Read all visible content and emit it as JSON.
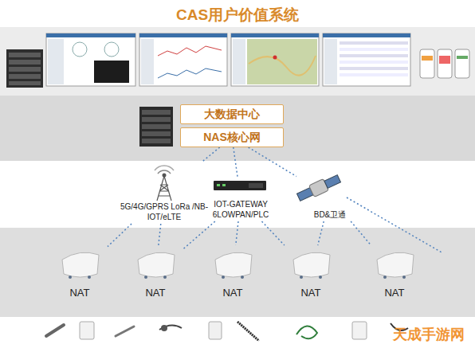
{
  "diagram": {
    "title": "CAS用户价值系统",
    "nodes": [
      {
        "text": [
          "大数据中心"
        ]
      },
      {
        "text": [
          "NAS核心网"
        ]
      },
      {
        "text": [
          "5G/4G/GPRS LoRa /NB-IOT/eLTE"
        ]
      },
      {
        "text": [
          "IOT-GATEWAY 6LOWPAN/PLC"
        ]
      },
      {
        "text": [
          "BD&卫通"
        ]
      },
      {
        "text": [
          "NAT"
        ]
      },
      {
        "text": [
          "NAT"
        ]
      },
      {
        "text": [
          "NAT"
        ]
      },
      {
        "text": [
          "NAT"
        ]
      },
      {
        "text": [
          "NAT"
        ]
      }
    ],
    "edges": [
      {
        "from": 1,
        "to": 2,
        "arrow": "none"
      },
      {
        "from": 1,
        "to": 3,
        "arrow": "none"
      },
      {
        "from": 1,
        "to": 4,
        "arrow": "none"
      },
      {
        "from": 2,
        "to": 5,
        "arrow": "none"
      },
      {
        "from": 2,
        "to": 6,
        "arrow": "none"
      },
      {
        "from": 3,
        "to": 6,
        "arrow": "none"
      },
      {
        "from": 3,
        "to": 7,
        "arrow": "none"
      },
      {
        "from": 3,
        "to": 8,
        "arrow": "none"
      },
      {
        "from": 4,
        "to": 8,
        "arrow": "none"
      },
      {
        "from": 4,
        "to": 9,
        "arrow": "none"
      }
    ],
    "labels": [
      "天成手游网"
    ]
  }
}
